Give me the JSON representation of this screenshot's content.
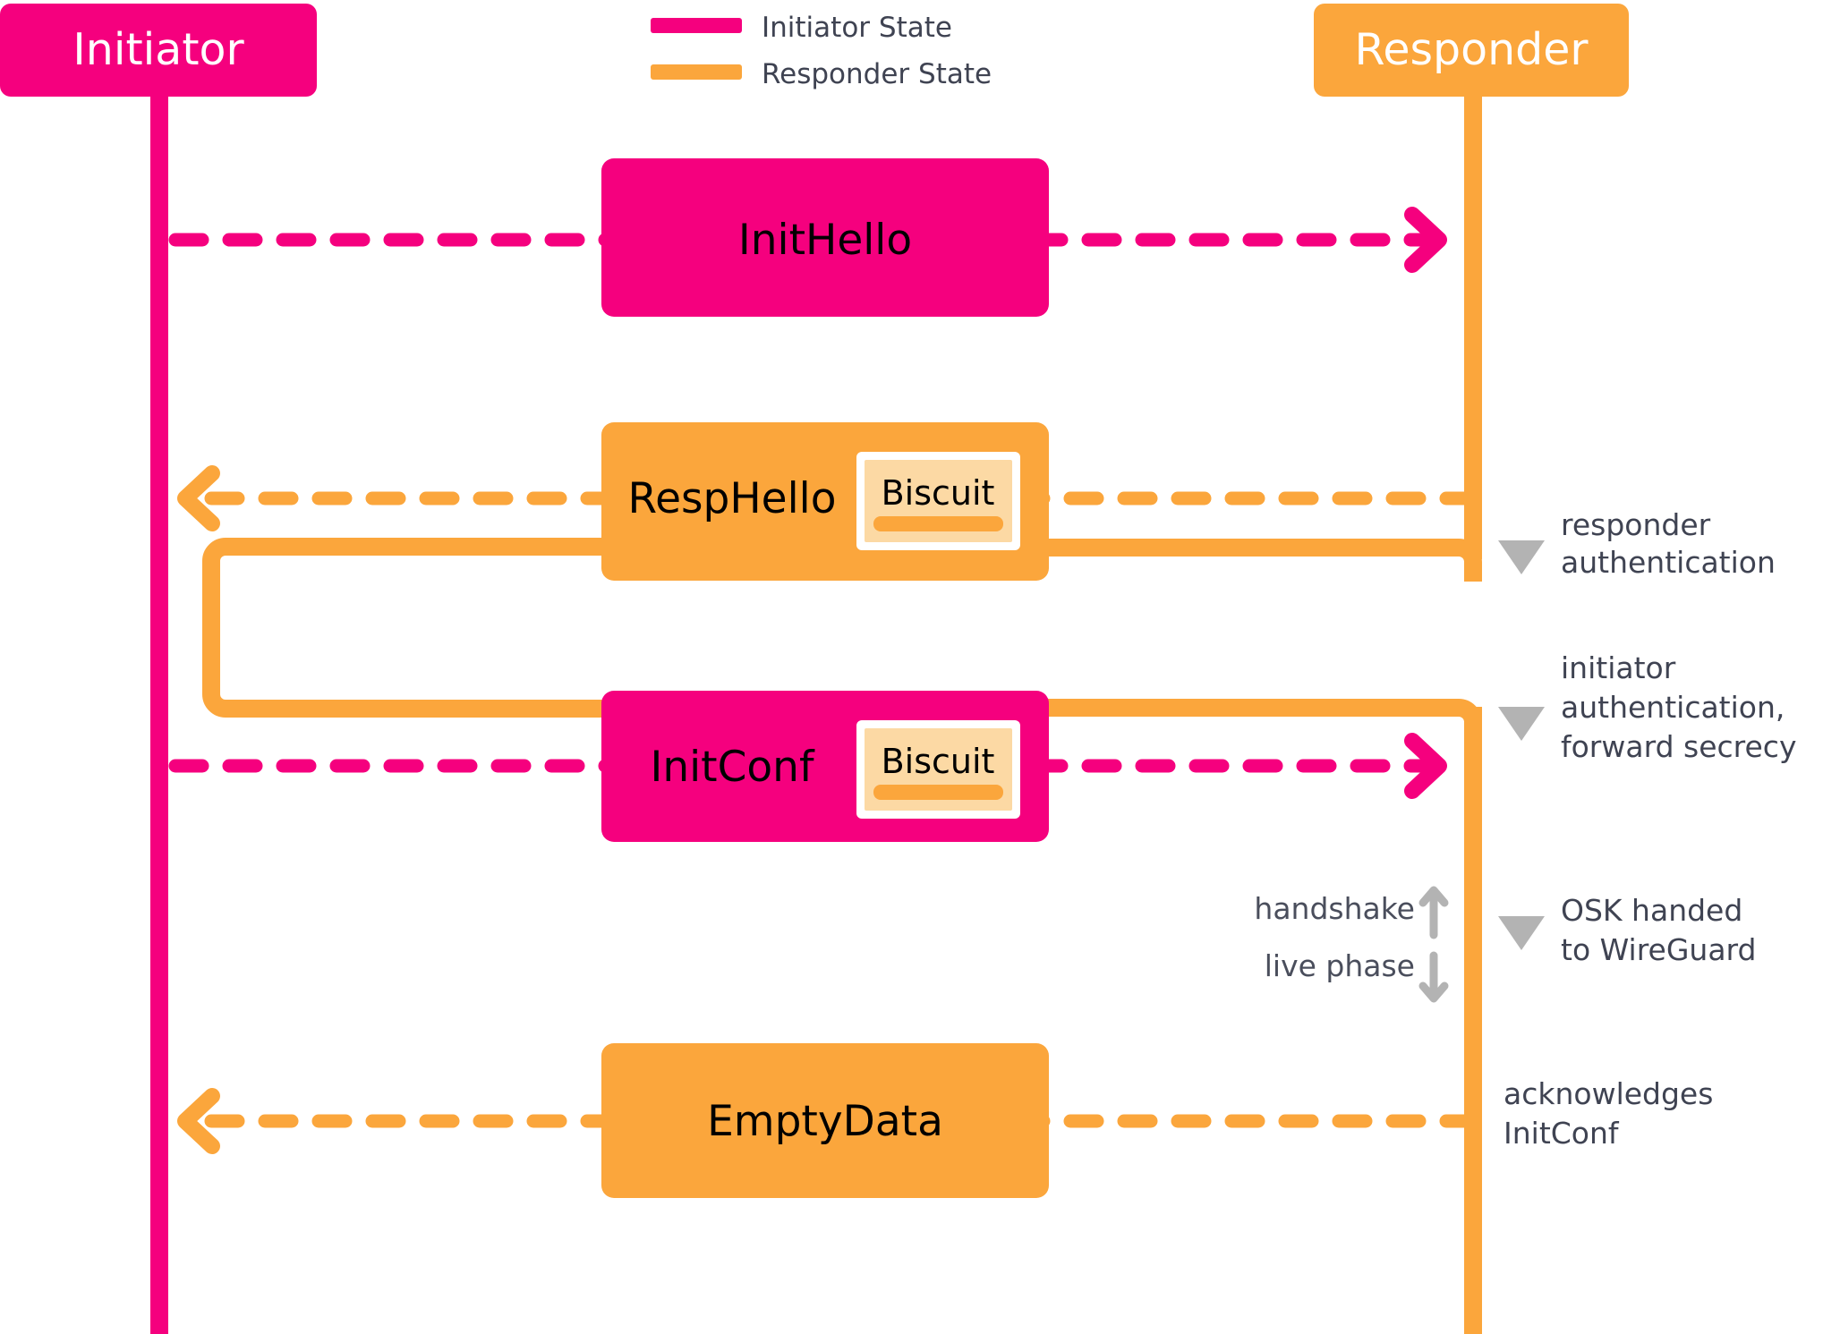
{
  "colors": {
    "initiator": "#F5007E",
    "responder": "#FBA63C",
    "biscuit_fill": "#FCD9A4",
    "biscuit_border": "#FFFFFF",
    "note_text": "#3f4352",
    "marker_gray": "#B3B3B3",
    "background": "#FFFFFF"
  },
  "legend": {
    "items": [
      {
        "label": "Initiator State",
        "color": "#F5007E"
      },
      {
        "label": "Responder State",
        "color": "#FBA63C"
      }
    ]
  },
  "lifelines": {
    "left": {
      "label": "Initiator",
      "color": "#F5007E"
    },
    "right": {
      "label": "Responder",
      "color": "#FBA63C"
    }
  },
  "messages": [
    {
      "id": "init-hello",
      "label": "InitHello",
      "direction": "right",
      "color": "#F5007E",
      "biscuit": null
    },
    {
      "id": "resp-hello",
      "label": "RespHello",
      "direction": "left",
      "color": "#FBA63C",
      "biscuit": "Biscuit"
    },
    {
      "id": "init-conf",
      "label": "InitConf",
      "direction": "right",
      "color": "#F5007E",
      "biscuit": "Biscuit"
    },
    {
      "id": "empty-data",
      "label": "EmptyData",
      "direction": "left",
      "color": "#FBA63C",
      "biscuit": null
    }
  ],
  "notes": [
    {
      "id": "responder-auth",
      "marker": true,
      "lines": [
        "responder",
        "authentication"
      ]
    },
    {
      "id": "initiator-auth",
      "marker": true,
      "lines": [
        "initiator",
        "authentication,",
        "forward secrecy"
      ]
    },
    {
      "id": "osk-handed",
      "marker": true,
      "lines": [
        "OSK handed",
        "to WireGuard"
      ]
    },
    {
      "id": "acknowledges-initconf",
      "marker": false,
      "lines": [
        "acknowledges",
        "InitConf"
      ]
    }
  ],
  "phase_divider": {
    "above_label": "handshake",
    "above_arrow": "arrow-up",
    "below_label": "live phase",
    "below_arrow": "arrow-down"
  }
}
